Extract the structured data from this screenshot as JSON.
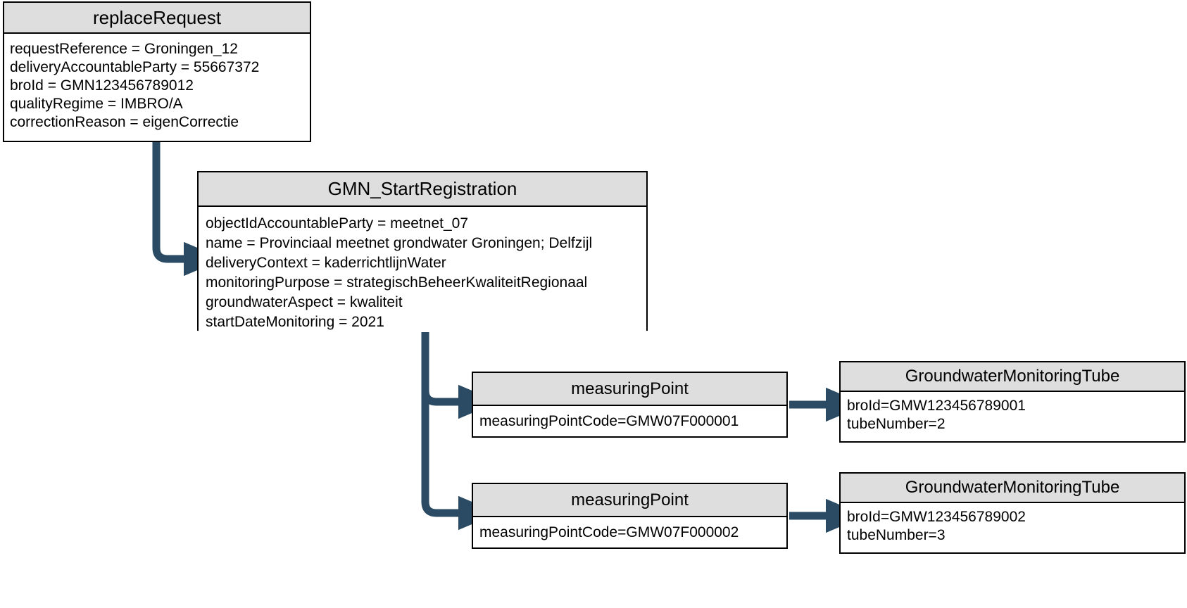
{
  "diagram": {
    "title": "replaceRequest GMN object diagram",
    "colors": {
      "box_border": "#000000",
      "header_fill": "#dedede",
      "body_fill": "#ffffff",
      "connector": "#2a4b63",
      "canvas": "#ffffff"
    }
  },
  "boxes": {
    "replace_request": {
      "header": "replaceRequest",
      "attributes": [
        "requestReference = Groningen_12",
        "deliveryAccountableParty = 55667372",
        "broId = GMN123456789012",
        "qualityRegime = IMBRO/A",
        "correctionReason = eigenCorrectie"
      ]
    },
    "gmn_start_registration": {
      "header": "GMN_StartRegistration",
      "attributes": [
        "objectIdAccountableParty = meetnet_07",
        "name = Provinciaal meetnet grondwater Groningen; Delfzijl",
        "deliveryContext = kaderrichtlijnWater",
        "monitoringPurpose = strategischBeheerKwaliteitRegionaal",
        "groundwaterAspect = kwaliteit",
        "startDateMonitoring = 2021"
      ]
    },
    "measuring_point_1": {
      "header": "measuringPoint",
      "attributes": [
        "measuringPointCode=GMW07F000001"
      ]
    },
    "measuring_point_2": {
      "header": "measuringPoint",
      "attributes": [
        "measuringPointCode=GMW07F000002"
      ]
    },
    "tube_1": {
      "header": "GroundwaterMonitoringTube",
      "attributes": [
        "broId=GMW123456789001",
        "tubeNumber=2"
      ]
    },
    "tube_2": {
      "header": "GroundwaterMonitoringTube",
      "attributes": [
        "broId=GMW123456789002",
        "tubeNumber=3"
      ]
    }
  },
  "connectors": [
    {
      "name": "replace-request-to-gmn",
      "from": "replace_request",
      "to": "gmn_start_registration",
      "style": "elbow-down-right"
    },
    {
      "name": "gmn-to-measuring-point-1",
      "from": "gmn_start_registration",
      "to": "measuring_point_1",
      "style": "elbow-down-right"
    },
    {
      "name": "gmn-to-measuring-point-2",
      "from": "gmn_start_registration",
      "to": "measuring_point_2",
      "style": "elbow-down-right"
    },
    {
      "name": "measuring-point-1-to-tube-1",
      "from": "measuring_point_1",
      "to": "tube_1",
      "style": "straight-right"
    },
    {
      "name": "measuring-point-2-to-tube-2",
      "from": "measuring_point_2",
      "to": "tube_2",
      "style": "straight-right"
    }
  ]
}
